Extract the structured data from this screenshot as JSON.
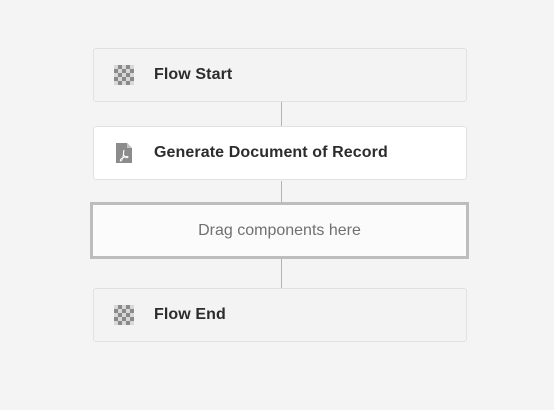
{
  "flow": {
    "steps": [
      {
        "label": "Flow Start",
        "icon": "checkerboard-icon"
      },
      {
        "label": "Generate Document of Record",
        "icon": "pdf-document-icon"
      },
      {
        "label": "Flow End",
        "icon": "checkerboard-icon"
      }
    ],
    "dropzone": {
      "label": "Drag components here"
    }
  },
  "colors": {
    "background": "#f4f4f4",
    "step_gray": "#f3f3f3",
    "step_white": "#ffffff",
    "dropzone_border": "#bdbdbd",
    "text": "#2c2c2c",
    "muted_text": "#707070"
  }
}
